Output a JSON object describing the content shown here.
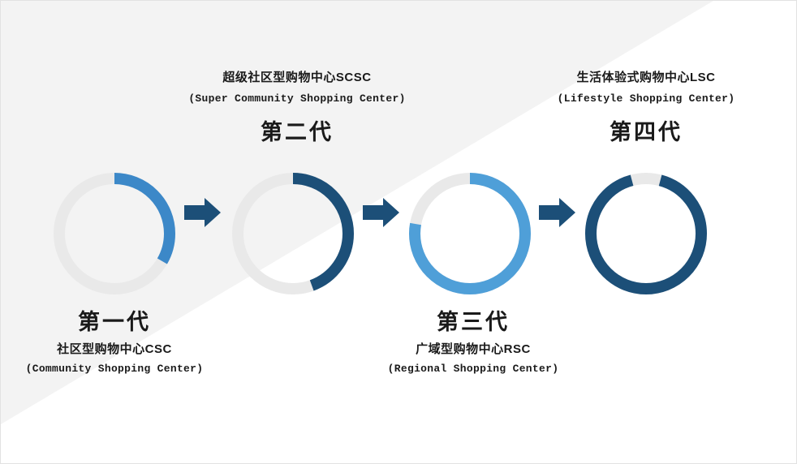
{
  "colors": {
    "wedge_bg": "#f3f3f3",
    "track": "#e9e9e9",
    "dark_blue": "#1c4f78",
    "light_blue": "#3c88c8",
    "light_blue_alt": "#4f9fd8",
    "arrow": "#1c4f78",
    "text": "#1a1a1a"
  },
  "stages": [
    {
      "gen_label": "第一代",
      "name_cn": "社区型购物中心CSC",
      "name_en": "(Community Shopping Center)",
      "label_position": "bottom",
      "ring": {
        "color": "#3c88c8",
        "start_deg": 0,
        "sweep_deg": 120
      }
    },
    {
      "gen_label": "第二代",
      "name_cn": "超级社区型购物中心SCSC",
      "name_en": "(Super Community Shopping Center)",
      "label_position": "top",
      "ring": {
        "color": "#1c4f78",
        "start_deg": 0,
        "sweep_deg": 160
      }
    },
    {
      "gen_label": "第三代",
      "name_cn": "广域型购物中心RSC",
      "name_en": "(Regional Shopping Center)",
      "label_position": "bottom",
      "ring": {
        "color": "#4f9fd8",
        "start_deg": 0,
        "sweep_deg": 280
      }
    },
    {
      "gen_label": "第四代",
      "name_cn": "生活体验式购物中心LSC",
      "name_en": "(Lifestyle Shopping Center)",
      "label_position": "top",
      "ring": {
        "color": "#1c4f78",
        "start_deg": 15,
        "sweep_deg": 330
      }
    }
  ],
  "arrows": {
    "count": 3,
    "direction": "right"
  }
}
